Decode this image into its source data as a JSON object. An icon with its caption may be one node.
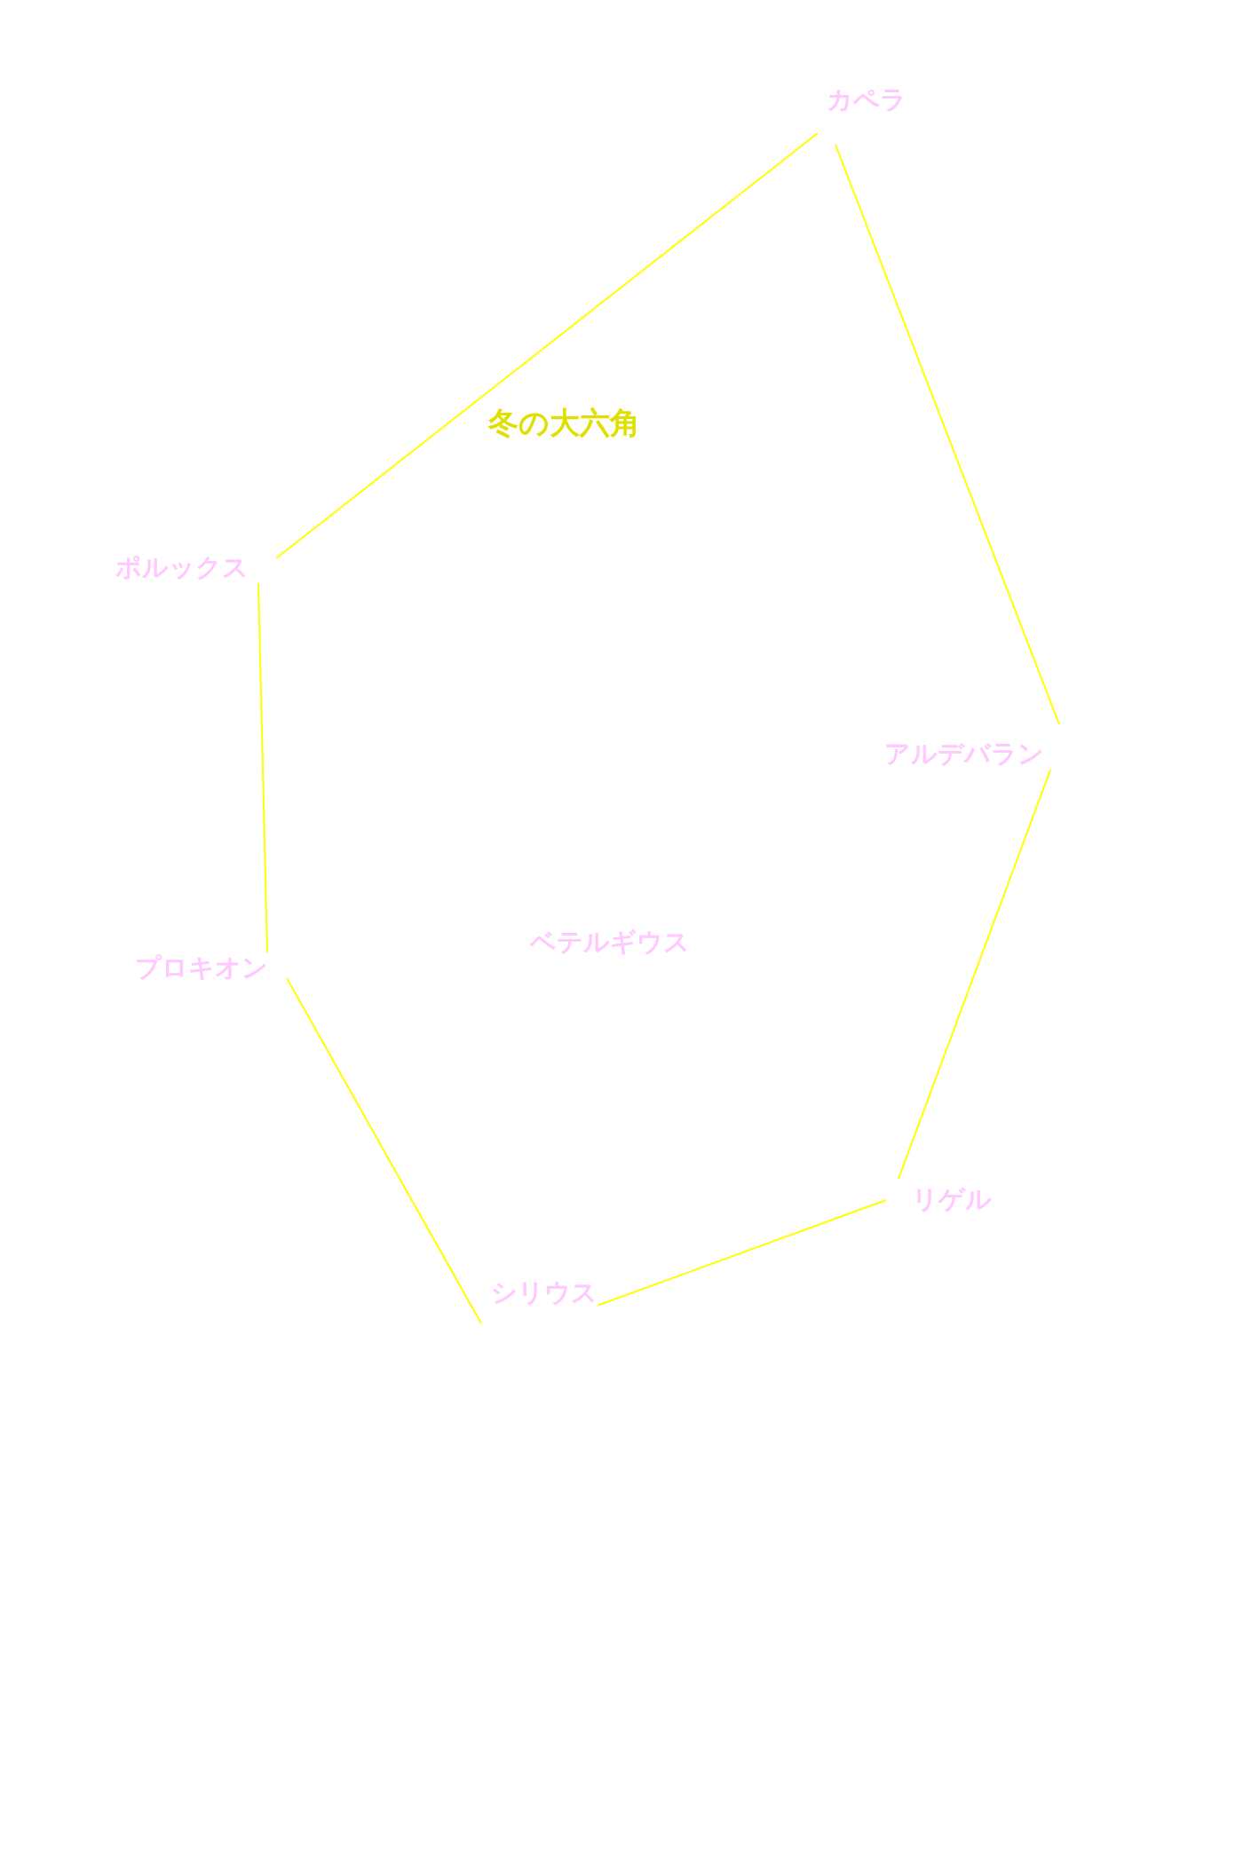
{
  "diagram": {
    "title": "冬の大六角",
    "nodes": [
      {
        "text": [
          "カペラ"
        ]
      },
      {
        "text": [
          "ポルックス"
        ]
      },
      {
        "text": [
          "アルデバラン"
        ]
      },
      {
        "text": [
          "プロキオン"
        ]
      },
      {
        "text": [
          "リゲル"
        ]
      },
      {
        "text": [
          "シリウス"
        ]
      }
    ],
    "edges": [
      {
        "from": 0,
        "to": 1,
        "arrow": "none"
      },
      {
        "from": 0,
        "to": 2,
        "arrow": "none"
      },
      {
        "from": 2,
        "to": 4,
        "arrow": "none"
      },
      {
        "from": 4,
        "to": 5,
        "arrow": "none"
      },
      {
        "from": 5,
        "to": 3,
        "arrow": "none"
      },
      {
        "from": 3,
        "to": 1,
        "arrow": "none"
      }
    ],
    "labels": [
      "ベテルギウス"
    ]
  }
}
